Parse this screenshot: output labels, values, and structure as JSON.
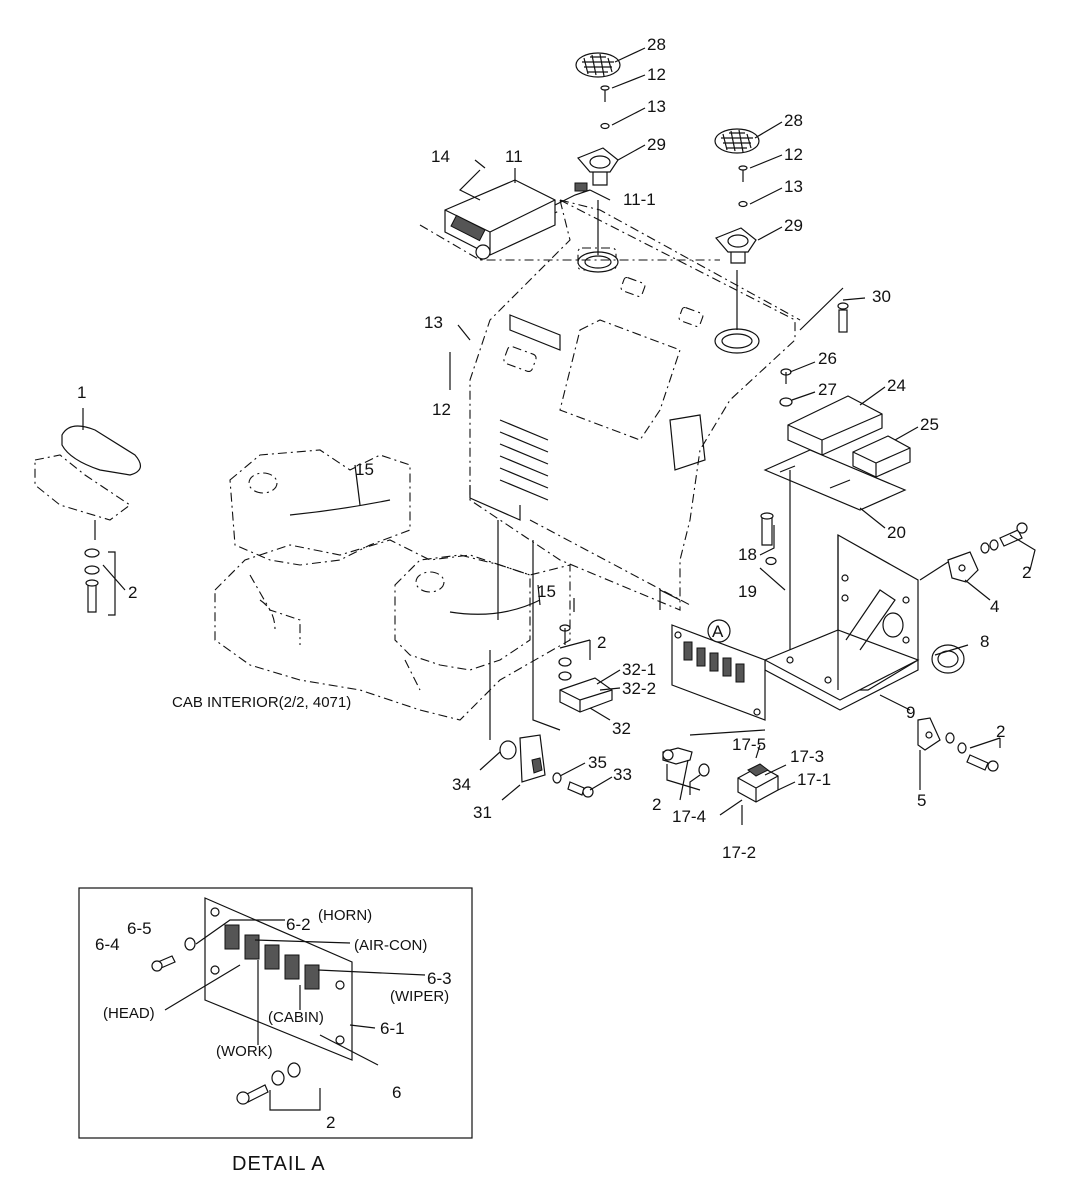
{
  "callouts": [
    {
      "id": "c28a",
      "text": "28"
    },
    {
      "id": "c12a",
      "text": "12"
    },
    {
      "id": "c13a",
      "text": "13"
    },
    {
      "id": "c29a",
      "text": "29"
    },
    {
      "id": "c28b",
      "text": "28"
    },
    {
      "id": "c12b",
      "text": "12"
    },
    {
      "id": "c13b",
      "text": "13"
    },
    {
      "id": "c29b",
      "text": "29"
    },
    {
      "id": "c14",
      "text": "14"
    },
    {
      "id": "c11",
      "text": "11"
    },
    {
      "id": "c11_1",
      "text": "11-1"
    },
    {
      "id": "c30",
      "text": "30"
    },
    {
      "id": "c13c",
      "text": "13"
    },
    {
      "id": "c12c",
      "text": "12"
    },
    {
      "id": "c26",
      "text": "26"
    },
    {
      "id": "c27",
      "text": "27"
    },
    {
      "id": "c24",
      "text": "24"
    },
    {
      "id": "c25",
      "text": "25"
    },
    {
      "id": "c20",
      "text": "20"
    },
    {
      "id": "c1",
      "text": "1"
    },
    {
      "id": "c2a",
      "text": "2"
    },
    {
      "id": "c15a",
      "text": "15"
    },
    {
      "id": "c15b",
      "text": "15"
    },
    {
      "id": "c18",
      "text": "18"
    },
    {
      "id": "c19",
      "text": "19"
    },
    {
      "id": "c2b",
      "text": "2"
    },
    {
      "id": "c4",
      "text": "4"
    },
    {
      "id": "c8",
      "text": "8"
    },
    {
      "id": "c9",
      "text": "9"
    },
    {
      "id": "c2c",
      "text": "2"
    },
    {
      "id": "c5",
      "text": "5"
    },
    {
      "id": "c2d",
      "text": "2"
    },
    {
      "id": "c32_1",
      "text": "32-1"
    },
    {
      "id": "c32_2",
      "text": "32-2"
    },
    {
      "id": "c32",
      "text": "32"
    },
    {
      "id": "cA",
      "text": "A"
    },
    {
      "id": "c34",
      "text": "34"
    },
    {
      "id": "c35",
      "text": "35"
    },
    {
      "id": "c33",
      "text": "33"
    },
    {
      "id": "c31",
      "text": "31"
    },
    {
      "id": "c17_5",
      "text": "17-5"
    },
    {
      "id": "c17_3",
      "text": "17-3"
    },
    {
      "id": "c17_1",
      "text": "17-1"
    },
    {
      "id": "c2e",
      "text": "2"
    },
    {
      "id": "c17_4",
      "text": "17-4"
    },
    {
      "id": "c17_2",
      "text": "17-2"
    },
    {
      "id": "cab",
      "text": "CAB INTERIOR(2/2, 4071)"
    }
  ],
  "detail": {
    "title": "DETAIL  A",
    "labels": [
      {
        "id": "d6_5",
        "text": "6-5"
      },
      {
        "id": "d6_4",
        "text": "6-4"
      },
      {
        "id": "d6_2",
        "text": "6-2"
      },
      {
        "id": "dhorn",
        "text": "(HORN)"
      },
      {
        "id": "daircon",
        "text": "(AIR-CON)"
      },
      {
        "id": "d6_3",
        "text": "6-3"
      },
      {
        "id": "dwiper",
        "text": "(WIPER)"
      },
      {
        "id": "dhead",
        "text": "(HEAD)"
      },
      {
        "id": "dcabin",
        "text": "(CABIN)"
      },
      {
        "id": "d6_1",
        "text": "6-1"
      },
      {
        "id": "dwork",
        "text": "(WORK)"
      },
      {
        "id": "d6",
        "text": "6"
      },
      {
        "id": "d2",
        "text": "2"
      }
    ]
  }
}
